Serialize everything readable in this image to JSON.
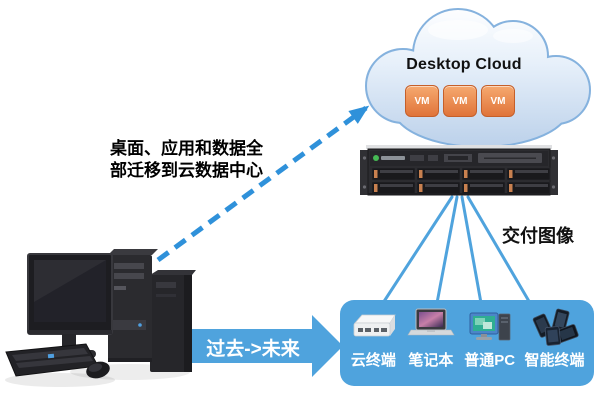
{
  "canvas": {
    "background": "#ffffff"
  },
  "cloud": {
    "title": "Desktop Cloud",
    "vms": [
      "VM",
      "VM",
      "VM"
    ],
    "colors": {
      "fill_light": "#f8fbff",
      "fill_dark": "#b9cfe9",
      "border": "#85b2de",
      "vm_top": "#f6a96f",
      "vm_bottom": "#e0743a",
      "vm_border": "#c55f2a",
      "vm_text": "#ffffff"
    }
  },
  "migration_note": {
    "line1": "桌面、应用和数据全",
    "line2": "部迁移到云数据中心",
    "text_color": "#000000"
  },
  "dashed_arrow": {
    "color": "#2f91da",
    "meaning": "desktop-to-cloud-migration"
  },
  "server": {
    "brand_dot_color": "#46b954",
    "drive_clip_color": "#c8804f"
  },
  "delivery": {
    "label": "交付图像",
    "line_color": "#4fa3dd",
    "line_count": 4
  },
  "transition_arrow": {
    "label": "过去->未来",
    "bg": "#4fa3dd",
    "text_color": "#ffffff"
  },
  "devices_panel": {
    "bg": "#4fa3dd",
    "items": [
      {
        "label": "云终端",
        "icon": "thin-client-icon"
      },
      {
        "label": "笔记本",
        "icon": "laptop-icon"
      },
      {
        "label": "普通PC",
        "icon": "desktop-pc-icon"
      },
      {
        "label": "智能终端",
        "icon": "smartphones-icon"
      }
    ]
  }
}
